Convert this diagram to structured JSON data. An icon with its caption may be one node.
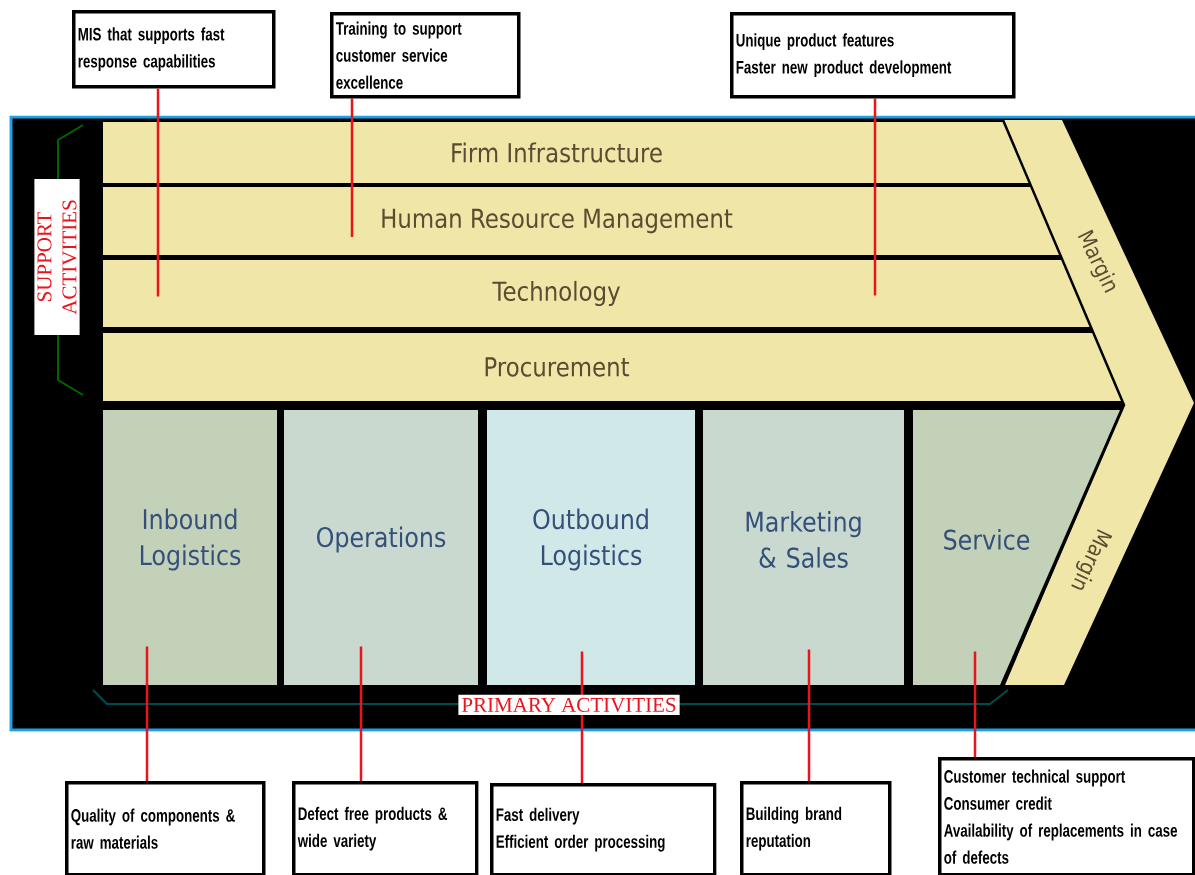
{
  "diagram": {
    "nodes": [
      {
        "text": [
          "MIS that supports fast response capabilities"
        ]
      },
      {
        "text": [
          "Training to support customer service excellence"
        ]
      },
      {
        "text": [
          "Unique product features",
          "Faster new product development"
        ]
      },
      {
        "text": [
          "Firm Infrastructure"
        ]
      },
      {
        "text": [
          "Human Resource Management"
        ]
      },
      {
        "text": [
          "Technology"
        ]
      },
      {
        "text": [
          "Procurement"
        ]
      },
      {
        "text": [
          "Inbound Logistics"
        ]
      },
      {
        "text": [
          "Operations"
        ]
      },
      {
        "text": [
          "Outbound Logistics"
        ]
      },
      {
        "text": [
          "Marketing & Sales"
        ]
      },
      {
        "text": [
          "Service"
        ]
      },
      {
        "text": [
          "Margin",
          "Margin"
        ]
      },
      {
        "text": [
          "Quality of components & raw materials"
        ]
      },
      {
        "text": [
          "Defect free products & wide variety"
        ]
      },
      {
        "text": [
          "Fast delivery",
          "Efficient order processing"
        ]
      },
      {
        "text": [
          "Building brand reputation"
        ]
      },
      {
        "text": [
          "Customer technical support",
          "Consumer credit",
          "Availability of replacements in case of defects"
        ]
      }
    ],
    "edges": [
      {
        "from": 0,
        "to": 5,
        "arrow": "none"
      },
      {
        "from": 1,
        "to": 4,
        "arrow": "none"
      },
      {
        "from": 2,
        "to": 5,
        "arrow": "none"
      },
      {
        "from": 13,
        "to": 7,
        "arrow": "none"
      },
      {
        "from": 14,
        "to": 8,
        "arrow": "none"
      },
      {
        "from": 15,
        "to": 9,
        "arrow": "none"
      },
      {
        "from": 16,
        "to": 10,
        "arrow": "none"
      },
      {
        "from": 17,
        "to": 11,
        "arrow": "none"
      }
    ],
    "labels": [
      "SUPPORT ACTIVITIES",
      "PRIMARY ACTIVITIES"
    ]
  }
}
